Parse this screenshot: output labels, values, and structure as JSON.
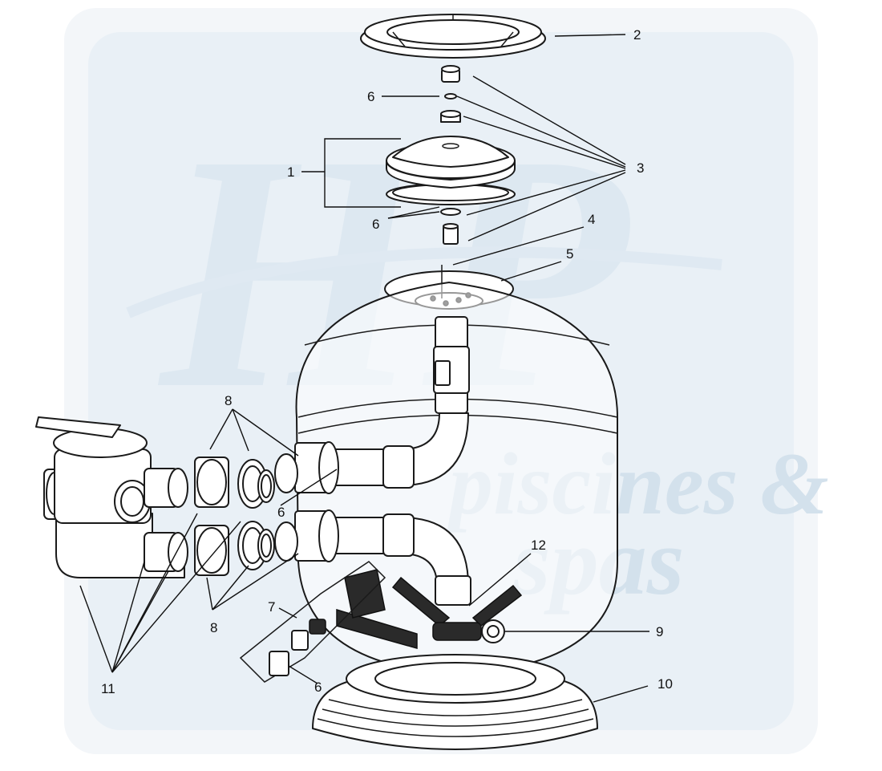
{
  "watermark": {
    "logo_text": "HP",
    "brand_line1": "piscines &",
    "brand_line2": "spas",
    "color": "#c9dbea"
  },
  "callouts": {
    "c1": "1",
    "c2": "2",
    "c3": "3",
    "c4": "4",
    "c5": "5",
    "c6_top": "6",
    "c6_mid": "6",
    "c6_right": "6",
    "c6_bottom": "6",
    "c7": "7",
    "c8_top": "8",
    "c8_bottom": "8",
    "c9": "9",
    "c10": "10",
    "c11": "11",
    "c12": "12"
  },
  "colors": {
    "line": "#1a1a1a",
    "background": "#ffffff",
    "panel": "#eef3f8"
  }
}
